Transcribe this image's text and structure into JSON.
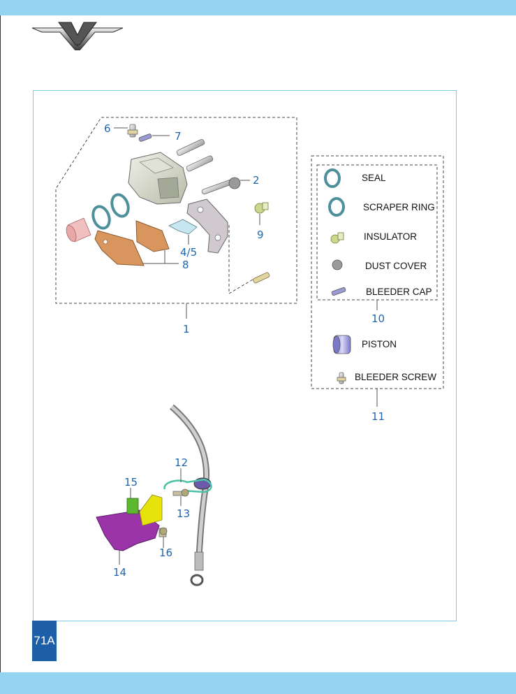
{
  "page": {
    "number": "71A"
  },
  "brand": {
    "logo_icon": "v-wing-logo-icon"
  },
  "callouts": {
    "c1": "1",
    "c2": "2",
    "c45": "4/5",
    "c6": "6",
    "c7": "7",
    "c8": "8",
    "c9": "9",
    "c10": "10",
    "c11": "11",
    "c12": "12",
    "c13": "13",
    "c14": "14",
    "c15": "15",
    "c16": "16"
  },
  "legend": {
    "seal": "SEAL",
    "scraper_ring": "SCRAPER RING",
    "insulator": "INSULATOR",
    "dust_cover": "DUST COVER",
    "bleeder_cap": "BLEEDER CAP",
    "piston": "PISTON",
    "bleeder_screw": "BLEEDER SCREW"
  },
  "colors": {
    "top_bar": "#94d3f1",
    "frame_border": "#7ccbe8",
    "page_badge": "#1c5ea8",
    "callout_text": "#1f66ad",
    "bracket_purple": "#9a34a8",
    "clip_yellow": "#e6e20c",
    "clip_green": "#5cb82e",
    "brake_pad": "#d9955e"
  }
}
